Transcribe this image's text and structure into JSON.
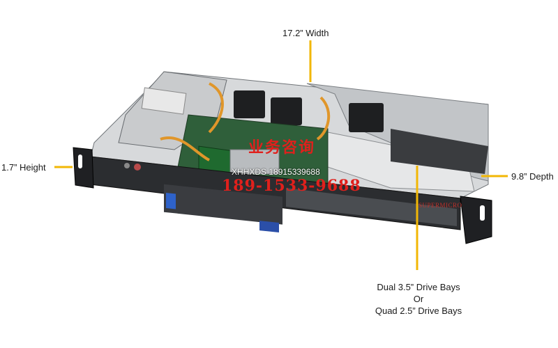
{
  "dimensions": {
    "width_label": "17.2” Width",
    "height_label": "1.7” Height",
    "depth_label": "9.8” Depth"
  },
  "drive_bays": {
    "line1": "Dual 3.5” Drive Bays",
    "line2": "Or",
    "line3": "Quad 2.5” Drive Bays"
  },
  "watermark": {
    "chinese_text": "业务咨询",
    "contact_line": "XHHXDS 18915339688",
    "phone": "189-1533-9688"
  },
  "brand_logo": "SUPERMICRO",
  "colors": {
    "arrow": "#f2b705",
    "watermark": "#e0201c",
    "chassis": "#2b2d30",
    "chassis_metal": "#a9adb1"
  }
}
